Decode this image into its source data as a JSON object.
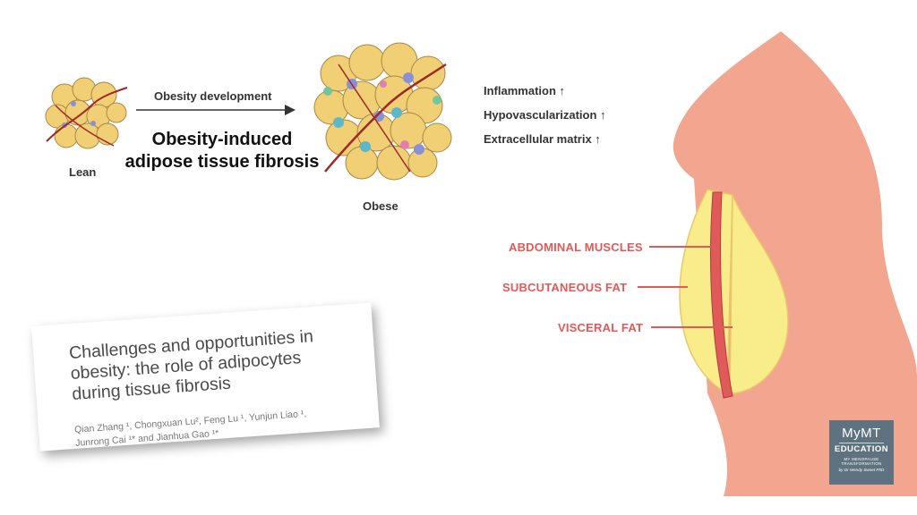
{
  "diagram": {
    "lean_label": "Lean",
    "arrow_label": "Obesity development",
    "title": "Obesity-induced adipose tissue fibrosis",
    "title_line1": "Obesity-induced",
    "title_line2": "adipose tissue fibrosis",
    "obese_label": "Obese",
    "effects": [
      "Inflammation ↑",
      "Hypovascularization ↑",
      "Extracellular matrix ↑"
    ]
  },
  "anatomy": {
    "labels": [
      "ABDOMINAL MUSCLES",
      "SUBCUTANEOUS FAT",
      "VISCERAL FAT"
    ],
    "colors": {
      "body": "#f2a58f",
      "fat": "#f9ec8a",
      "muscle": "#e05a5a",
      "label": "#e05a5a"
    }
  },
  "paper": {
    "title": "Challenges and opportunities in obesity: the role of adipocytes during tissue fibrosis",
    "title_lines": [
      "Challenges and opportunities in",
      "obesity: the role of adipocytes",
      "during tissue fibrosis"
    ],
    "authors_line1": [
      "Qian Zhang ¹, ",
      "Chongxuan Lu², ",
      "Feng Lu ¹, ",
      "Yunjun Liao ¹,"
    ],
    "authors_line2": "Junrong Cai ¹* and Jianhua Gao ¹*"
  },
  "logo": {
    "line1": "MyMT",
    "line2": "EDUCATION",
    "line3a": "MY MENOPAUSE",
    "line3b": "TRANSFORMATION",
    "line4": "by Dr Wendy Sweet PhD",
    "color": "#5f7280"
  }
}
